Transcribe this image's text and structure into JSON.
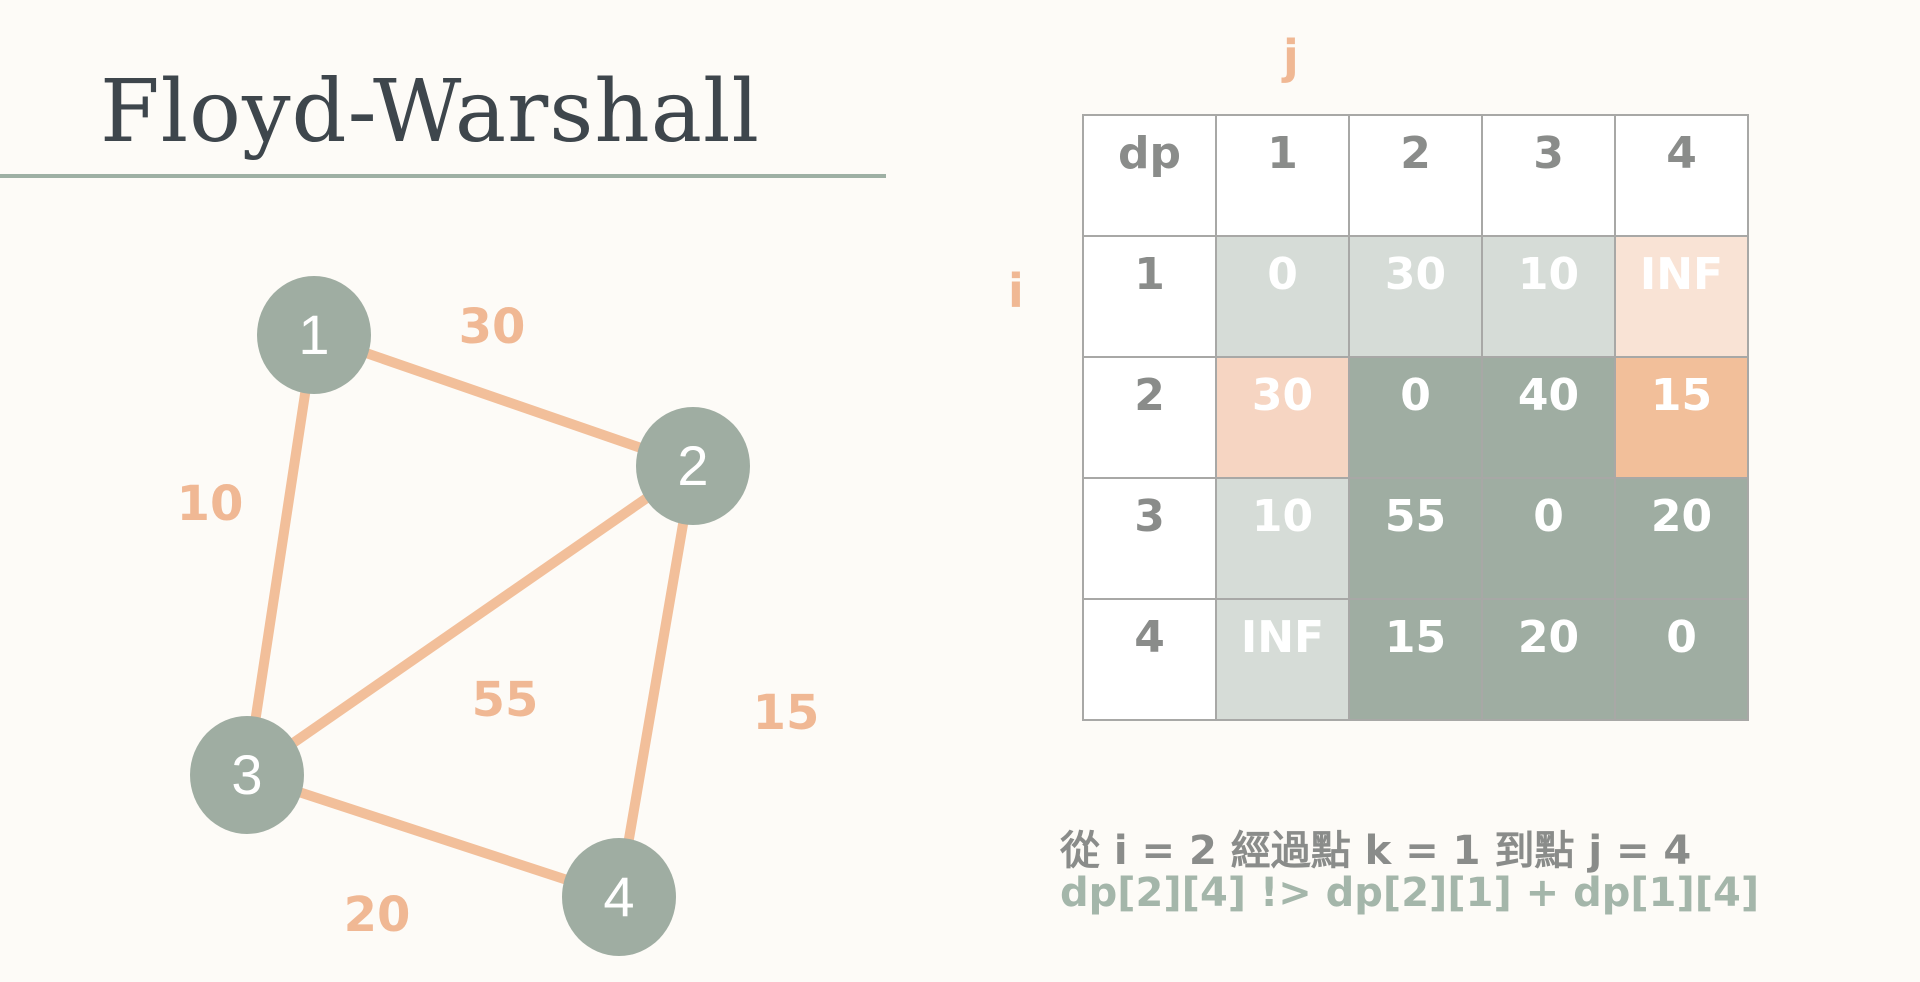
{
  "title": "Floyd-Warshall",
  "axis_labels": {
    "j": "j",
    "i": "i"
  },
  "graph": {
    "nodes": [
      {
        "id": "1",
        "label": "1"
      },
      {
        "id": "2",
        "label": "2"
      },
      {
        "id": "3",
        "label": "3"
      },
      {
        "id": "4",
        "label": "4"
      }
    ],
    "edges": [
      {
        "from": "1",
        "to": "2",
        "weight": "30"
      },
      {
        "from": "1",
        "to": "3",
        "weight": "10"
      },
      {
        "from": "2",
        "to": "3",
        "weight": "55"
      },
      {
        "from": "2",
        "to": "4",
        "weight": "15"
      },
      {
        "from": "3",
        "to": "4",
        "weight": "20"
      }
    ]
  },
  "table": {
    "corner": "dp",
    "col_headers": [
      "1",
      "2",
      "3",
      "4"
    ],
    "row_headers": [
      "1",
      "2",
      "3",
      "4"
    ],
    "cells": [
      [
        "0",
        "30",
        "10",
        "INF"
      ],
      [
        "30",
        "0",
        "40",
        "15"
      ],
      [
        "10",
        "55",
        "0",
        "20"
      ],
      [
        "INF",
        "15",
        "20",
        "0"
      ]
    ]
  },
  "caption": {
    "line1": "從 i = 2 經過點 k = 1 到點 j = 4",
    "line2": "dp[2][4] !> dp[2][1] + dp[1][4]"
  },
  "colors": {
    "node_fill": "#9fada2",
    "edge": "#f2bf9a",
    "weight_text": "#f0b894",
    "title_text": "#3e464c",
    "cell_light": "#d6dcd7",
    "cell_dark": "#9fada2",
    "cell_peach_light": "#f9e3d5",
    "cell_peach_mid": "#f6d5c2",
    "cell_peach_strong": "#f2bf9a"
  }
}
